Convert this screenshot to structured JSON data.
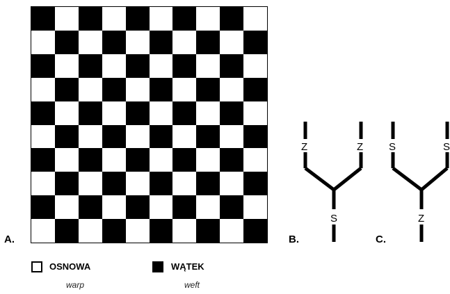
{
  "panel_a": {
    "label": "A.",
    "grid": {
      "rows": 10,
      "cols": 10,
      "pattern": "checkerboard",
      "top_left_color": "#000000"
    }
  },
  "legend": {
    "warp": {
      "polish": "OSNOWA",
      "english": "warp",
      "color": "#ffffff"
    },
    "weft": {
      "polish": "WĄTEK",
      "english": "weft",
      "color": "#000000"
    }
  },
  "panel_b": {
    "label": "B.",
    "strand_twist": "Z",
    "ply_twist": "S"
  },
  "panel_c": {
    "label": "C.",
    "strand_twist": "S",
    "ply_twist": "Z"
  }
}
